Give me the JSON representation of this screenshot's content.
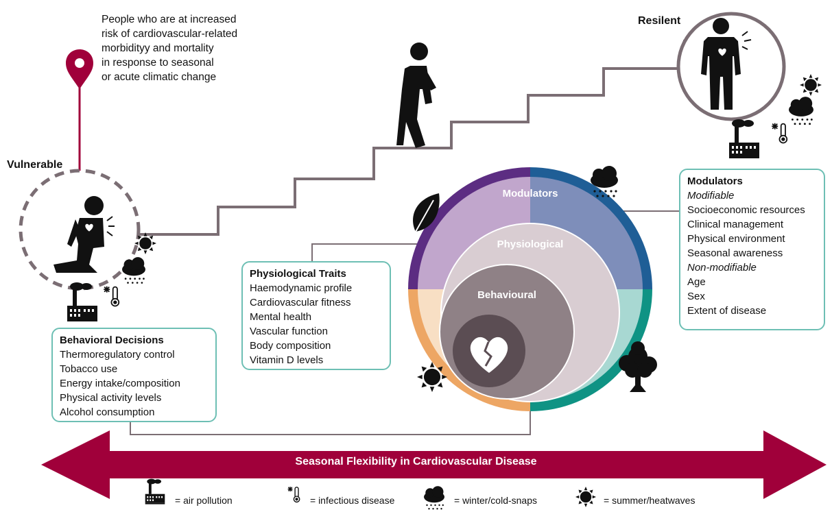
{
  "labels": {
    "vulnerable": "Vulnerable",
    "resilient": "Resilent",
    "description": [
      "People who are at increased",
      "risk of cardiovascular-related",
      "morbidityy and mortality",
      "in response to seasonal",
      "or acute climatic change"
    ]
  },
  "circle": {
    "modulators": "Modulators",
    "physiological": "Physiological",
    "behavioural": "Behavioural",
    "colors": {
      "purple": "#5c2d82",
      "blue": "#1f5e96",
      "teal": "#0f9384",
      "orange": "#eda664"
    }
  },
  "behavioral_box": {
    "title": "Behavioral Decisions",
    "items": [
      "Thermoregulatory control",
      "Tobacco use",
      "Energy intake/composition",
      "Physical activity levels",
      "Alcohol consumption"
    ]
  },
  "physiological_box": {
    "title": "Physiological Traits",
    "items": [
      "Haemodynamic profile",
      "Cardiovascular fitness",
      "Mental health",
      "Vascular function",
      "Body composition",
      "Vitamin D levels"
    ]
  },
  "modulators_box": {
    "title": "Modulators",
    "modifiable_label": "Modifiable",
    "modifiable": [
      "Socioeconomic resources",
      "Clinical management",
      "Physical environment",
      "Seasonal awareness"
    ],
    "nonmodifiable_label": "Non-modifiable",
    "nonmodifiable": [
      "Age",
      "Sex",
      "Extent of disease"
    ]
  },
  "arrow": {
    "text": "Seasonal Flexibility in Cardiovascular Disease",
    "color": "#a0003a"
  },
  "legend": [
    {
      "icon": "factory-icon",
      "text": "= air pollution"
    },
    {
      "icon": "thermometer-icon",
      "text": "= infectious disease"
    },
    {
      "icon": "rain-cloud-icon",
      "text": "= winter/cold-snaps"
    },
    {
      "icon": "sun-icon",
      "text": "= summer/heatwaves"
    }
  ]
}
